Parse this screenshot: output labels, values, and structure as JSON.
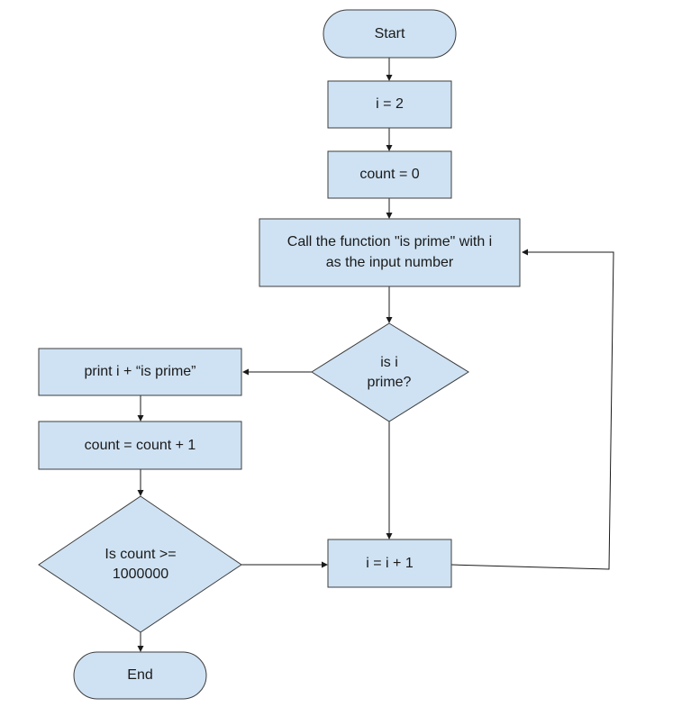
{
  "flowchart": {
    "nodes": {
      "start": "Start",
      "init_i": "i = 2",
      "init_count": "count = 0",
      "call_line1": "Call the function \"is prime\" with i",
      "call_line2": "as the input number",
      "decision_prime_line1": "is i",
      "decision_prime_line2": "prime?",
      "print": "print i + “is prime”",
      "increment_count": "count = count + 1",
      "decision_count_line1": "Is count >=",
      "decision_count_line2": "1000000",
      "increment_i": "i = i + 1",
      "end": "End"
    },
    "colors": {
      "node_fill": "#cfe2f3",
      "node_stroke": "#3d3d3d",
      "connector": "#1a1a1a"
    }
  }
}
